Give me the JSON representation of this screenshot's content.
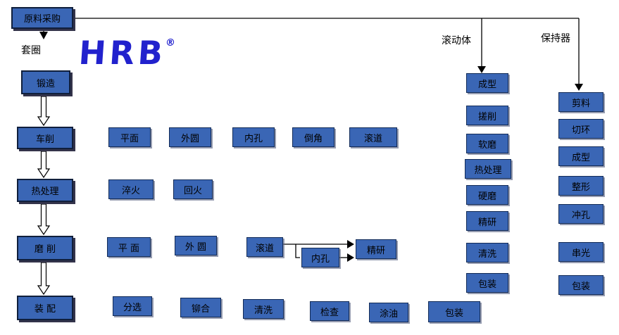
{
  "diagram": {
    "logo": {
      "text": "HRB",
      "registered": "®"
    },
    "colors": {
      "box_fill": "#3A66B5",
      "box_border": "#122B57",
      "logo_blue": "#2121CD",
      "line": "#000000",
      "background": "#FFFFFF"
    },
    "branch_labels": {
      "ring": "套圈",
      "rolling_element": "滚动体",
      "cage": "保持器"
    },
    "main_column": {
      "procurement": "原料采购",
      "forging": "锻造",
      "turning": "车削",
      "heat_treatment": "热处理",
      "grinding": "磨 削",
      "assembly": "装 配"
    },
    "turning_row": [
      "平面",
      "外圆",
      "内孔",
      "倒角",
      "滚道"
    ],
    "heat_row": [
      "淬火",
      "回火"
    ],
    "grinding_row": [
      "平 面",
      "外 圆",
      "滚道",
      "内孔",
      "精研"
    ],
    "assembly_row": [
      "分选",
      "铆合",
      "清洗",
      "检查",
      "涂油",
      "包装"
    ],
    "rolling_element_column": [
      "成型",
      "搓削",
      "软磨",
      "热处理",
      "硬磨",
      "精研",
      "清洗",
      "包装"
    ],
    "cage_column": [
      "剪料",
      "切环",
      "成型",
      "整形",
      "冲孔",
      "串光",
      "包装"
    ]
  }
}
